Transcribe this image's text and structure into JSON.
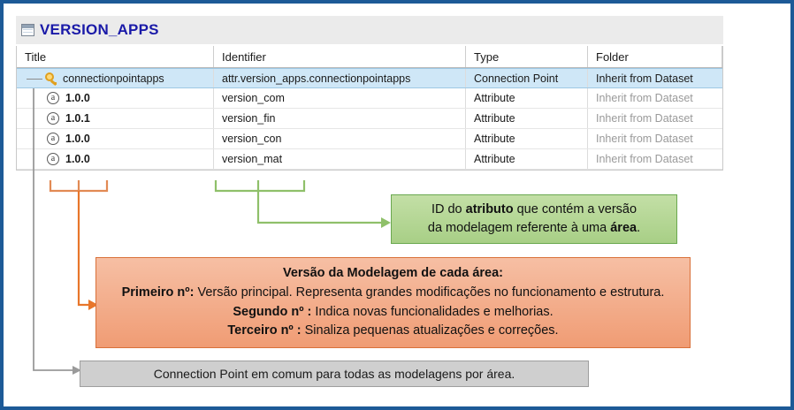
{
  "window": {
    "title": "VERSION_APPS",
    "title_icon": "grid-table-icon",
    "border_color": "#1d5a97",
    "title_color": "#1a1aa8"
  },
  "table": {
    "columns": [
      "Title",
      "Identifier",
      "Type",
      "Folder"
    ],
    "rows": [
      {
        "icon": "key-icon",
        "title": "connectionpointapps",
        "identifier": "attr.version_apps.connectionpointapps",
        "type": "Connection Point",
        "folder": "Inherit from Dataset",
        "selected": true
      },
      {
        "icon": "attribute-icon",
        "title": "1.0.0",
        "identifier": "version_com",
        "type": "Attribute",
        "folder": "Inherit from Dataset",
        "selected": false
      },
      {
        "icon": "attribute-icon",
        "title": "1.0.1",
        "identifier": "version_fin",
        "type": "Attribute",
        "folder": "Inherit from Dataset",
        "selected": false
      },
      {
        "icon": "attribute-icon",
        "title": "1.0.0",
        "identifier": "version_con",
        "type": "Attribute",
        "folder": "Inherit from Dataset",
        "selected": false
      },
      {
        "icon": "attribute-icon",
        "title": "1.0.0",
        "identifier": "version_mat",
        "type": "Attribute",
        "folder": "Inherit from Dataset",
        "selected": false
      }
    ]
  },
  "callouts": {
    "green": {
      "color": "#6aa84f",
      "line1_a": "ID do ",
      "line1_b": "atributo",
      "line1_c": " que contém a versão",
      "line2_a": "da modelagem referente à uma ",
      "line2_b": "área",
      "line2_c": "."
    },
    "orange": {
      "color": "#d9713a",
      "heading": "Versão da Modelagem de cada área:",
      "line1_label": "Primeiro nº:",
      "line1_text": " Versão principal. Representa grandes modificações no funcionamento e estrutura.",
      "line2_label": "Segundo nº :",
      "line2_text": " Indica novas funcionalidades e melhorias.",
      "line3_label": "Terceiro nº :",
      "line3_text": " Sinaliza pequenas atualizações e correções."
    },
    "gray": {
      "color": "#9e9e9e",
      "text": "Connection Point em comum para todas as modelagens por área."
    }
  }
}
